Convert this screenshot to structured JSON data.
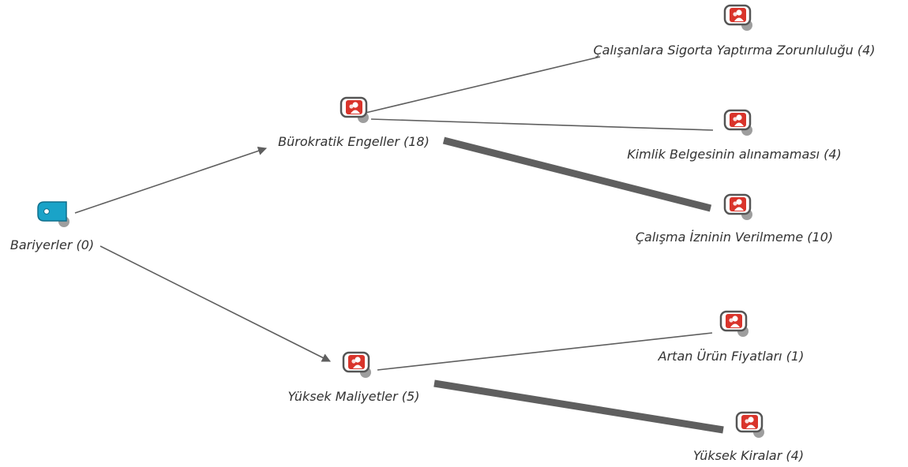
{
  "diagram": {
    "type": "network-map",
    "nodes": [
      {
        "id": "bariyerler",
        "label": "Bariyerler (0)",
        "kind": "code-group",
        "icon": "tag-icon"
      },
      {
        "id": "burokratik",
        "label": "Bürokratik Engeller (18)",
        "kind": "code",
        "icon": "code-person-icon"
      },
      {
        "id": "yuksek-maliyetler",
        "label": "Yüksek Maliyetler (5)",
        "kind": "code",
        "icon": "code-person-icon"
      },
      {
        "id": "sigorta",
        "label": "Çalışanlara Sigorta Yaptırma Zorunluluğu (4)",
        "kind": "code",
        "icon": "code-person-icon"
      },
      {
        "id": "kimlik",
        "label": "Kimlik Belgesinin alınamaması (4)",
        "kind": "code",
        "icon": "code-person-icon"
      },
      {
        "id": "calisma-izni",
        "label": "Çalışma İzninin Verilmeme (10)",
        "kind": "code",
        "icon": "code-person-icon"
      },
      {
        "id": "artan-urun",
        "label": "Artan Ürün Fiyatları (1)",
        "kind": "code",
        "icon": "code-person-icon"
      },
      {
        "id": "yuksek-kiralar",
        "label": "Yüksek Kiralar (4)",
        "kind": "code",
        "icon": "code-person-icon"
      }
    ],
    "edges": [
      {
        "from": "bariyerler",
        "to": "burokratik",
        "style": "arrow",
        "weight": 1
      },
      {
        "from": "bariyerler",
        "to": "yuksek-maliyetler",
        "style": "arrow",
        "weight": 1
      },
      {
        "from": "burokratik",
        "to": "sigorta",
        "style": "line",
        "weight": 1
      },
      {
        "from": "burokratik",
        "to": "kimlik",
        "style": "line",
        "weight": 1
      },
      {
        "from": "burokratik",
        "to": "calisma-izni",
        "style": "line",
        "weight": 9
      },
      {
        "from": "yuksek-maliyetler",
        "to": "artan-urun",
        "style": "line",
        "weight": 1
      },
      {
        "from": "yuksek-maliyetler",
        "to": "yuksek-kiralar",
        "style": "line",
        "weight": 9
      }
    ]
  },
  "colors": {
    "edge": "#5f5f5f",
    "code_icon_red": "#d9342b",
    "code_icon_frame": "#555555",
    "tag_icon_blue": "#1aa3c8",
    "shadow": "#9e9e9e"
  }
}
